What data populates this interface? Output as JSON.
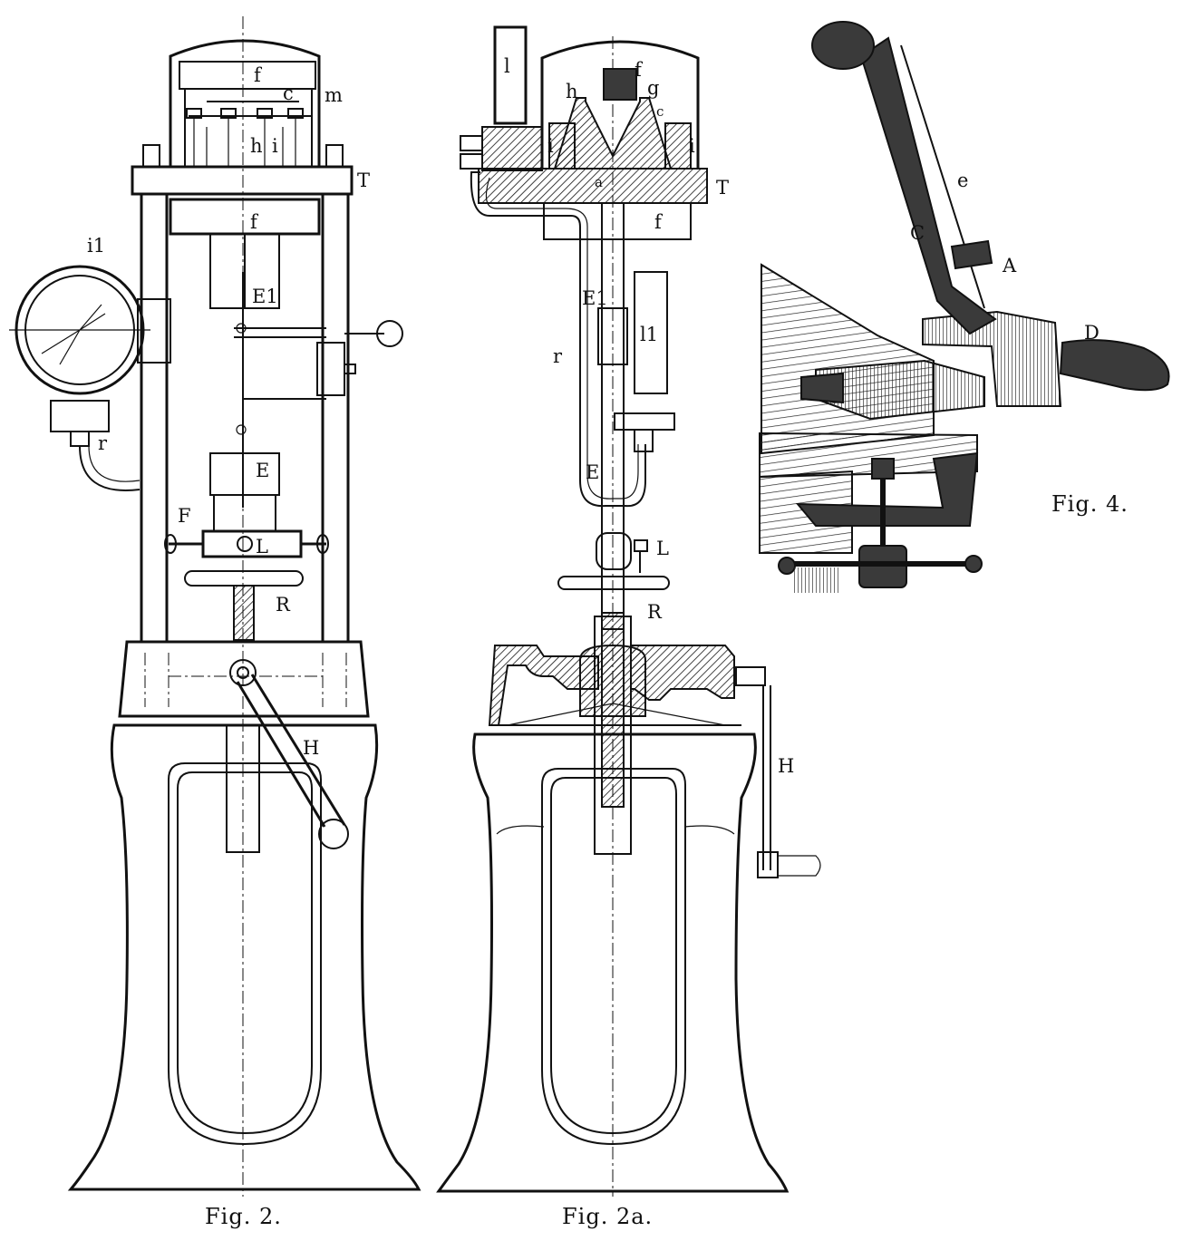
{
  "figures": [
    {
      "id": "fig2",
      "caption": "Fig. 2.",
      "labels": [
        "f",
        "m",
        "c",
        "h",
        "i",
        "T",
        "f",
        "i1",
        "E1",
        "r",
        "E",
        "F",
        "L",
        "R",
        "H"
      ]
    },
    {
      "id": "fig2a",
      "caption": "Fig. 2a.",
      "labels": [
        "l",
        "f",
        "g",
        "h",
        "c",
        "i",
        "i",
        "T",
        "a",
        "f",
        "E1",
        "r",
        "l1",
        "E",
        "L",
        "R",
        "H"
      ]
    },
    {
      "id": "fig4",
      "caption": "Fig. 4.",
      "labels": [
        "e",
        "C",
        "A",
        "D"
      ]
    }
  ]
}
